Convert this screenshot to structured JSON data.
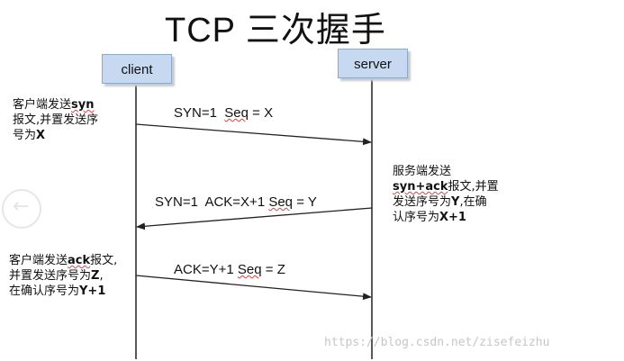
{
  "title": "TCP 三次握手",
  "actors": {
    "client": "client",
    "server": "server"
  },
  "notes": {
    "client_syn": {
      "l1a": "客户端发送",
      "l1b": "syn",
      "l2": "报文,并置发送序",
      "l3a": "号为",
      "l3b": "X"
    },
    "server_synack": {
      "l1": "服务端发送",
      "l2a": "syn+ack",
      "l2b": "报文,并置",
      "l3a": "发送序号为",
      "l3b": "Y",
      "l3c": ",在确",
      "l4a": "认序号为",
      "l4b": "X+1"
    },
    "client_ack": {
      "l1a": "客户端发送",
      "l1b": "ack",
      "l1c": "报文,",
      "l2a": "并置发送序号为",
      "l2b": "Z",
      "l2c": ",",
      "l3a": "在确认序号为",
      "l3b": "Y+1"
    }
  },
  "messages": {
    "m1": {
      "a": "SYN=1  ",
      "b": "Seq",
      "c": " = X"
    },
    "m2": {
      "a": "SYN=1  ACK=X+1 ",
      "b": "Seq",
      "c": " = Y"
    },
    "m3": {
      "a": "ACK=Y+1 ",
      "b": "Seq",
      "c": " = Z"
    }
  },
  "nav": {
    "icon": "back-arrow-icon",
    "glyph": "←"
  },
  "watermark": "https://blog.csdn.net/zisefeizhu"
}
